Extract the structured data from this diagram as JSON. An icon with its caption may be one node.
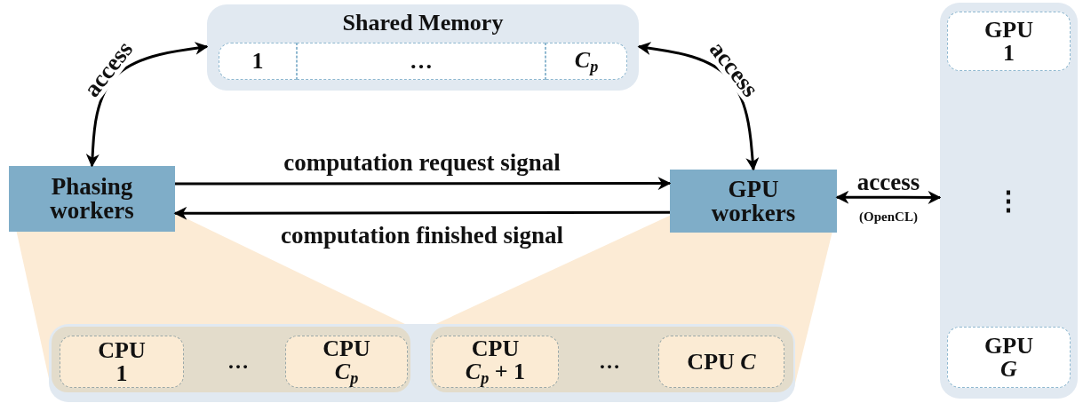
{
  "diagram": {
    "nodes": [
      {
        "text": [
          "Shared Memory"
        ]
      },
      {
        "text": [
          "1"
        ],
        "in": 0
      },
      {
        "text": [
          "…"
        ],
        "in": 0
      },
      {
        "text": [
          "C$_{p}$"
        ],
        "in": 0
      },
      {
        "text": [
          "Phasing workers"
        ]
      },
      {
        "text": [
          "GPU workers"
        ]
      },
      {
        "text": [],
        "shape": "box"
      },
      {
        "text": [
          "GPU 1"
        ],
        "in": 6
      },
      {
        "text": [
          "GPU *G*"
        ],
        "in": 6
      },
      {
        "text": [],
        "shape": "box"
      },
      {
        "text": [],
        "shape": "box",
        "in": 9
      },
      {
        "text": [
          "CPU 1"
        ],
        "in": 10
      },
      {
        "text": [
          "CPU *C*$_{p}$"
        ],
        "in": 10
      },
      {
        "text": [],
        "shape": "box",
        "in": 9
      },
      {
        "text": [
          "CPU *C*$_{p}$ + 1"
        ],
        "in": 13
      },
      {
        "text": [
          "CPU *C*"
        ],
        "in": 13
      }
    ],
    "edges": [
      {
        "from": 4,
        "to": 0,
        "arrow": "both",
        "label": "access"
      },
      {
        "from": 5,
        "to": 0,
        "arrow": "both",
        "label": "access"
      },
      {
        "from": 4,
        "to": 5,
        "arrow": "to",
        "label": "computation request signal"
      },
      {
        "from": 5,
        "to": 4,
        "arrow": "to",
        "label": "computation finished signal"
      },
      {
        "from": 5,
        "to": 6,
        "arrow": "both",
        "label": "access"
      }
    ],
    "labels": [
      "(OpenCL)",
      "⋮",
      "…",
      "…"
    ]
  }
}
